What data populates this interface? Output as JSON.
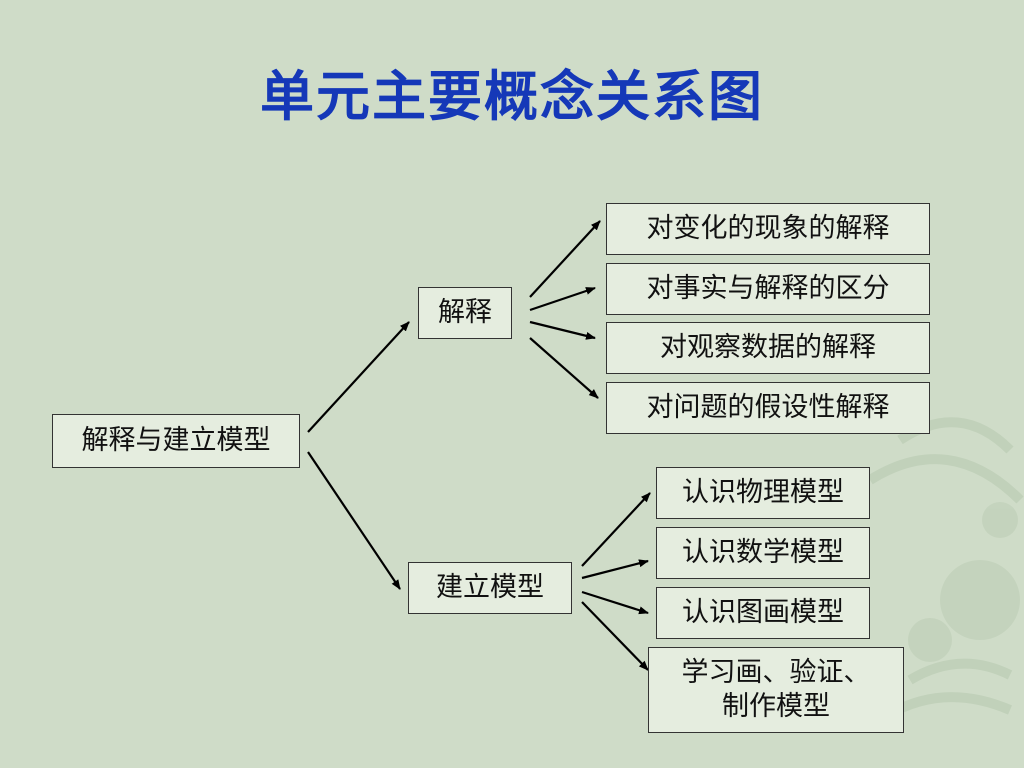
{
  "title": "单元主要概念关系图",
  "root": {
    "label": "解释与建立模型"
  },
  "branches": [
    {
      "label": "解释",
      "children": [
        "对变化的现象的解释",
        "对事实与解释的区分",
        "对观察数据的解释",
        "对问题的假设性解释"
      ]
    },
    {
      "label": "建立模型",
      "children": [
        "认识物理模型",
        "认识数学模型",
        "认识图画模型",
        "学习画、验证、\n制作模型"
      ]
    }
  ],
  "colors": {
    "title": "#1538b8",
    "background": "#cfdcc8",
    "decor": "#b7c8b0"
  }
}
